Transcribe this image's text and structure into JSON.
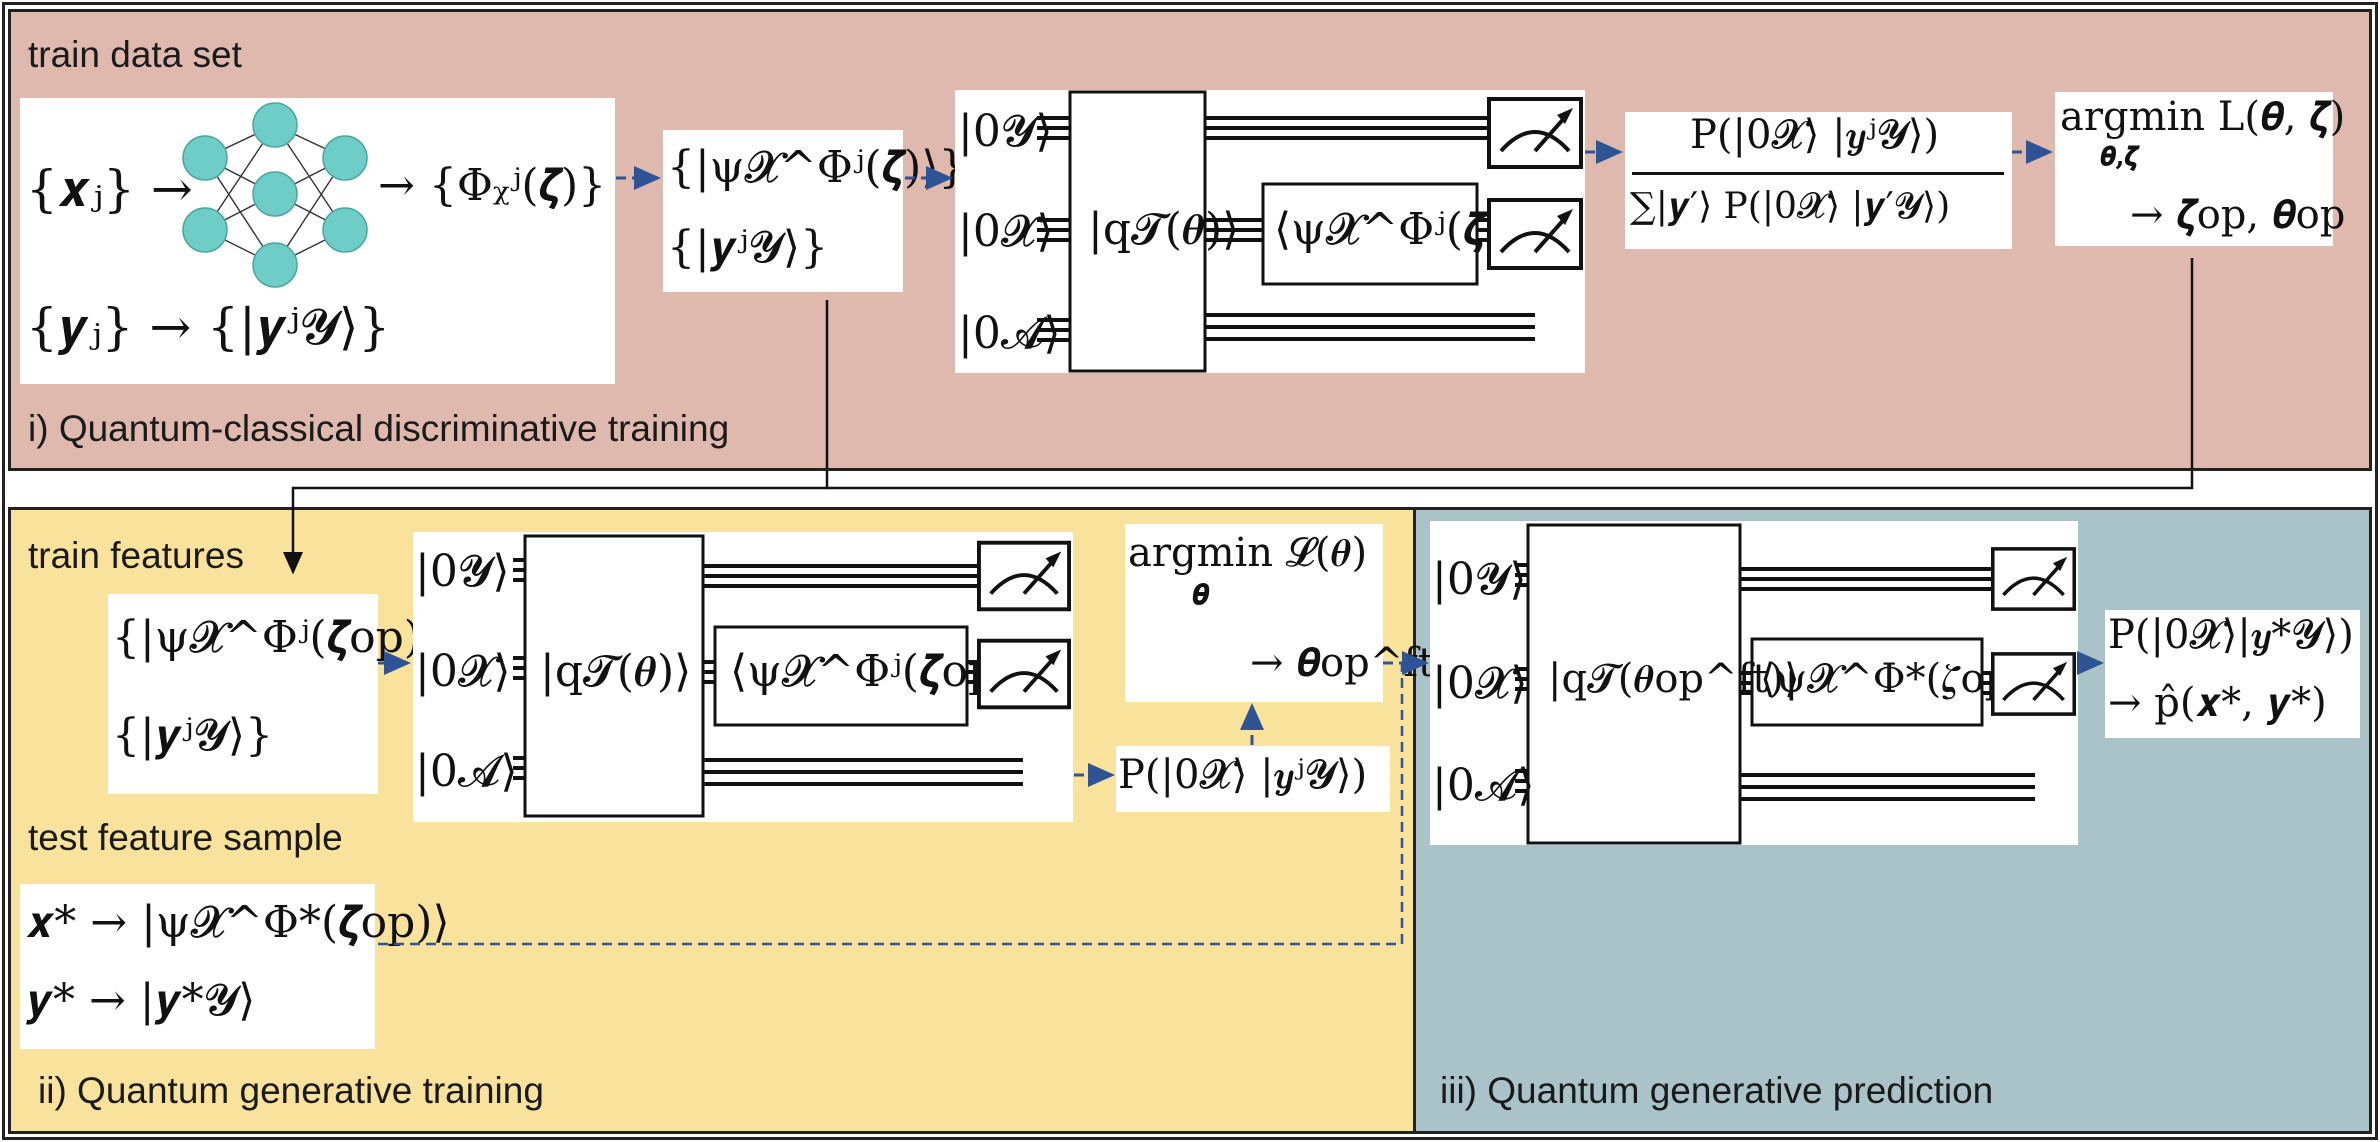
{
  "headings": {
    "train_data_set": "train data set",
    "stage_i": "i) Quantum-classical discriminative training",
    "train_features": "train features",
    "test_feature_sample": "test feature sample",
    "stage_ii": "ii) Quantum generative training",
    "stage_iii": "iii) Quantum generative prediction"
  },
  "math": {
    "xj_input": "{𝒙ⱼ} →",
    "phi_output": "→ {Φᵪʲ(𝜻)}",
    "yj_map": "{𝒚ⱼ} → {|𝒚ʲ𝓨⟩}",
    "psi_set": "{|ψ𝓧^Φʲ(𝜻)⟩}",
    "y_set": "{|𝒚ʲ𝓨⟩}",
    "q_unitary": "|q𝓣(𝜽)⟩",
    "psi_bra": "⟨ψ𝓧^Φʲ(𝜻)|",
    "ket_y": "|0𝓨⟩",
    "ket_x": "|0𝓧⟩",
    "ket_a": "|0𝓐⟩",
    "ratio_num": "P(|0𝓧⟩ |𝒚ʲ𝓨⟩)",
    "ratio_den": "∑|𝒚′⟩ P(|0𝓧⟩ |𝒚′𝓨⟩)",
    "argmin_l_top": "argmin L(𝜽, 𝜻)",
    "argmin_l_sub": "𝜽,𝜻",
    "argmin_l_result": "→ 𝜻op, 𝜽op",
    "psi_set_op": "{|ψ𝓧^Φʲ(𝜻op)⟩}",
    "y_set_ii": "{|𝒚ʲ𝓨⟩}",
    "psi_bra_op": "⟨ψ𝓧^Φʲ(𝜻op)|",
    "argmin_cal_top": "argmin 𝓛(𝜽)",
    "argmin_cal_sub": "𝜽",
    "argmin_cal_result": "→ 𝜽op^ft",
    "p_cond": "P(|0𝓧⟩ |𝒚ʲ𝓨⟩)",
    "x_star": "𝒙* → |ψ𝓧^Φ*(𝜻op)⟩",
    "y_star": "𝒚* → |𝒚*𝓨⟩",
    "q_unitary_ft": "|q𝓣(𝜽op^ft)⟩",
    "psi_bra_star": "⟨ψ𝓧^Φ*(𝜻op)|",
    "p_pred": "P(|0𝓧⟩|𝒚*𝓨⟩)",
    "p_hat": "→ p̂(𝒙*, 𝒚*)"
  },
  "colors": {
    "panel_i": "#dfb9ae",
    "panel_ii": "#f8e29c",
    "panel_iii": "#a9c3c9",
    "arrow": "#2f5496",
    "neuron": "#6ecdc6"
  },
  "icons": [
    "neural-network-icon",
    "measurement-meter-icon",
    "dashed-arrow-icon"
  ]
}
